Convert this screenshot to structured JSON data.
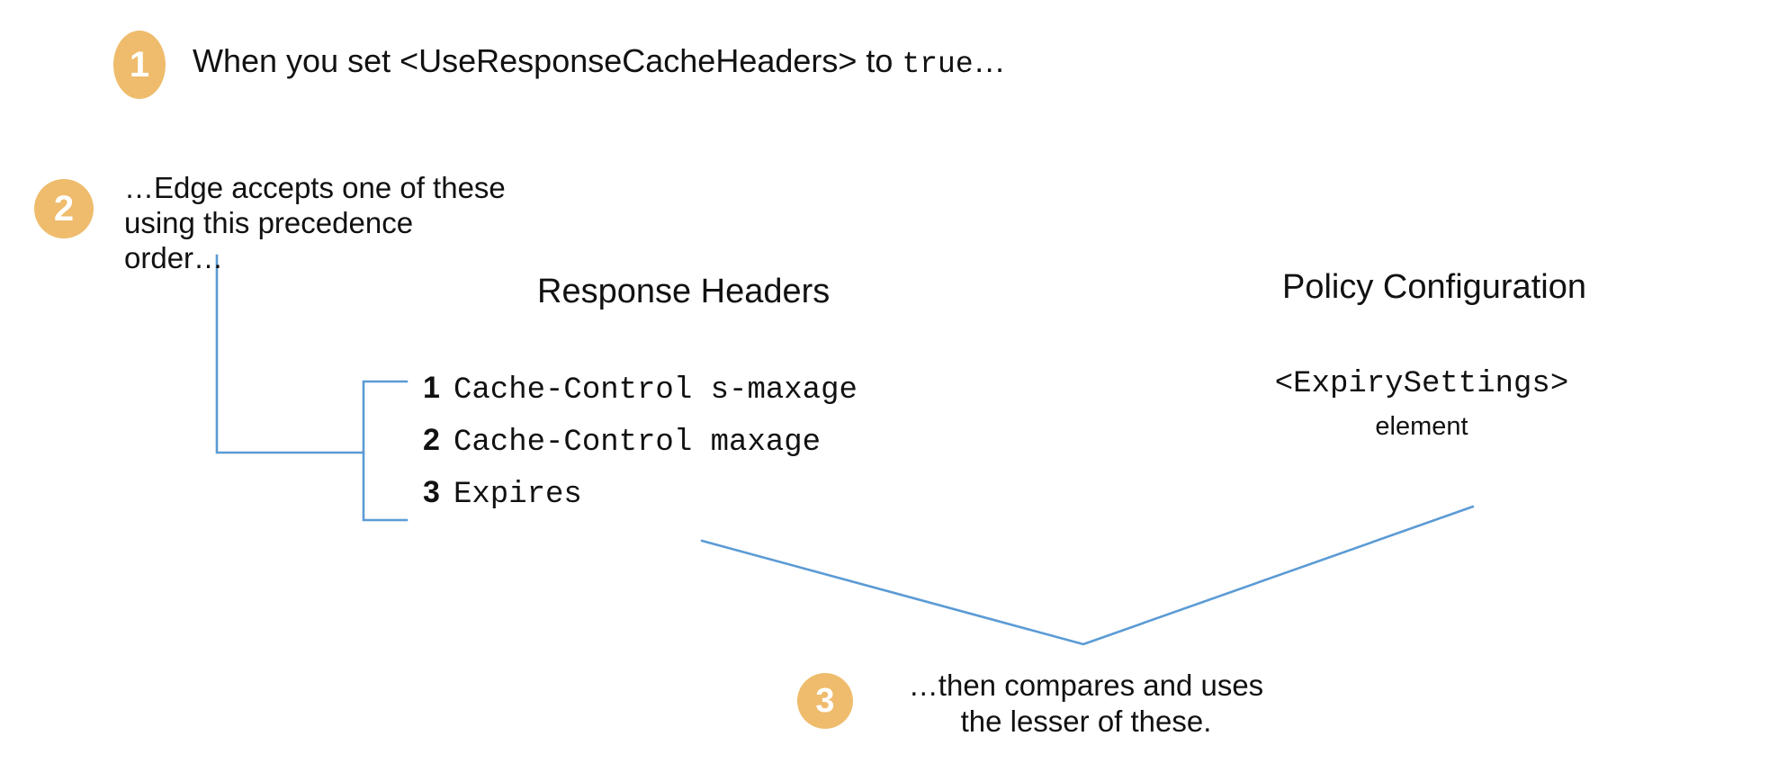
{
  "diagram": {
    "title": "Edge response cache header precedence",
    "accent_color": "#eebc6c",
    "connector_color": "#5b9bd5",
    "text_color": "#111111",
    "background_color": "#ffffff"
  },
  "steps": [
    {
      "number": "1",
      "text_prefix": "When you set <UseResponseCacheHeaders> to ",
      "text_mono": "true",
      "text_suffix": "…"
    },
    {
      "number": "2",
      "lines": [
        "…Edge accepts one of these",
        "using this precedence",
        "order…"
      ]
    },
    {
      "number": "3",
      "lines": [
        "…then compares and uses",
        "the lesser of these."
      ]
    }
  ],
  "columns": {
    "response_headers": {
      "heading": "Response Headers",
      "items": [
        {
          "rank": "1",
          "name": "Cache-Control s-maxage"
        },
        {
          "rank": "2",
          "name": "Cache-Control maxage"
        },
        {
          "rank": "3",
          "name": "Expires"
        }
      ]
    },
    "policy_configuration": {
      "heading": "Policy Configuration",
      "element_tag": "<ExpirySettings>",
      "element_label": "element"
    }
  }
}
